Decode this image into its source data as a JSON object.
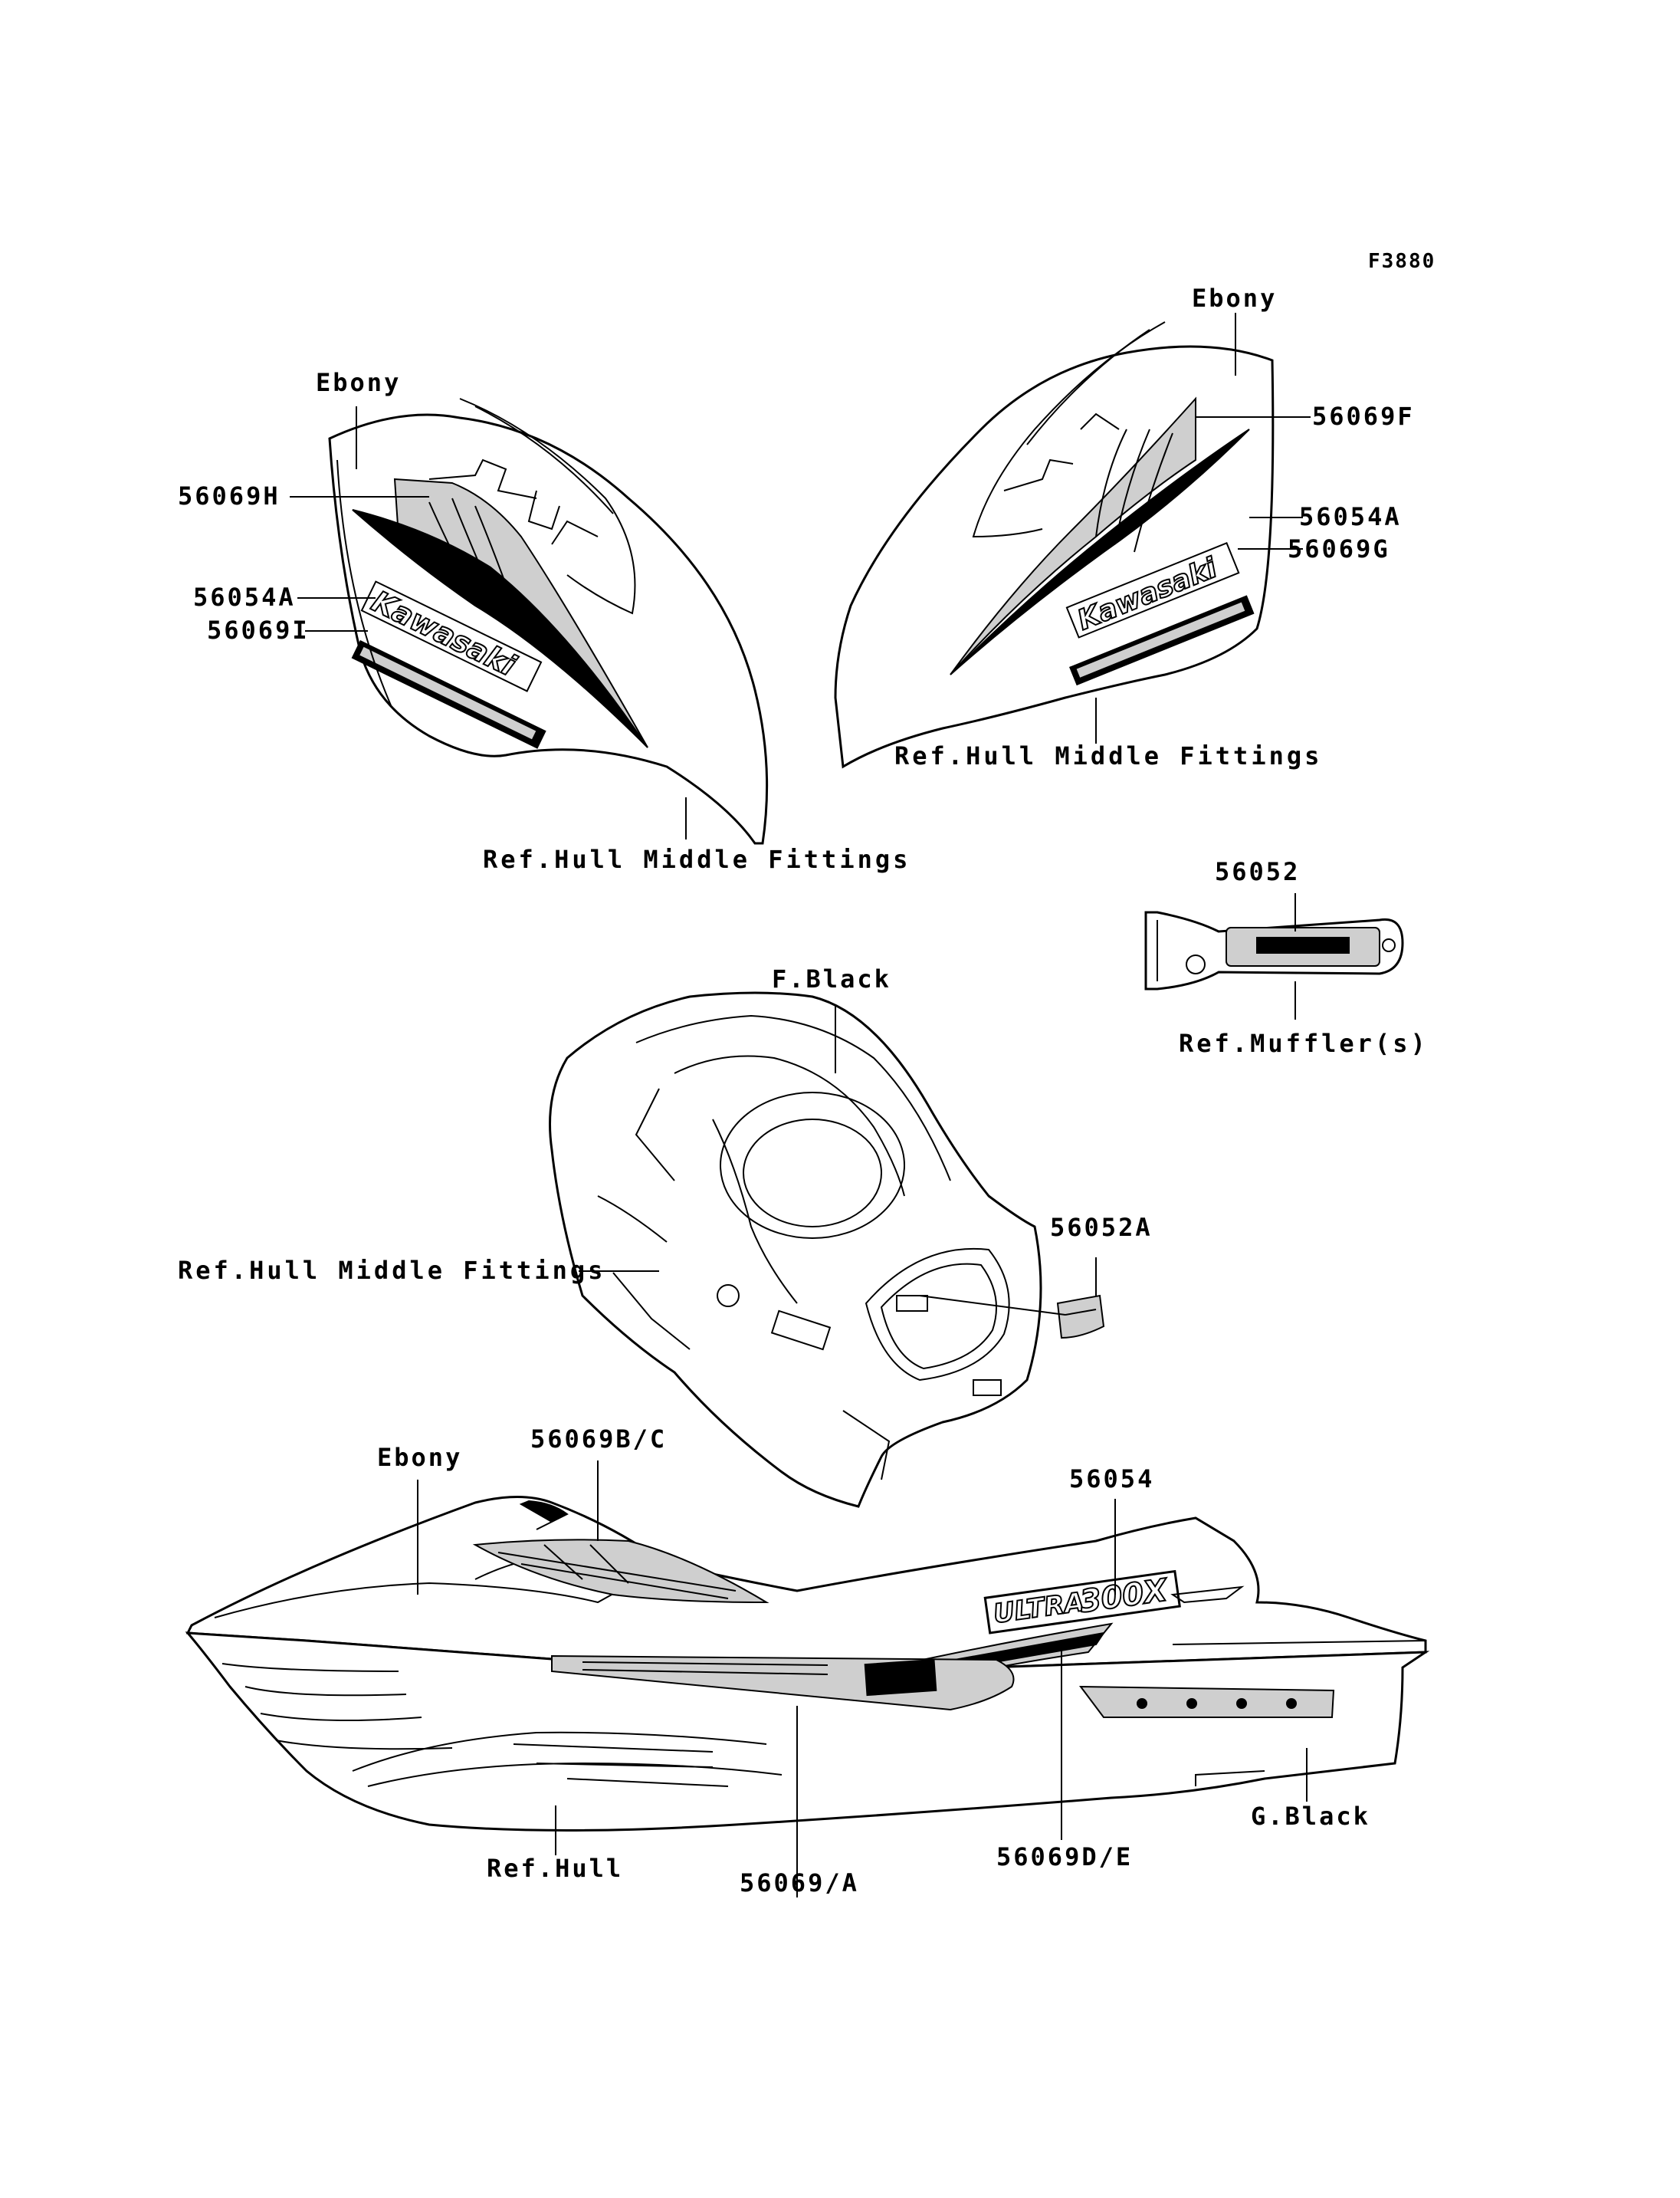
{
  "figure_id": "F3880",
  "callouts": {
    "top_left": {
      "ebony": "Ebony",
      "p_56069H": "56069H",
      "p_56054A": "56054A",
      "p_56069I": "56069I",
      "ref_hull_middle": "Ref.Hull Middle Fittings"
    },
    "top_right": {
      "ebony": "Ebony",
      "p_56069F": "56069F",
      "p_56054A": "56054A",
      "p_56069G": "56069G",
      "ref_hull_middle": "Ref.Hull Middle Fittings"
    },
    "muffler": {
      "p_56052": "56052",
      "ref_muffler": "Ref.Muffler(s)"
    },
    "middle": {
      "f_black": "F.Black",
      "ref_hull_middle": "Ref.Hull Middle Fittings",
      "p_56052A": "56052A"
    },
    "bottom": {
      "ebony": "Ebony",
      "p_56069BC": "56069B/C",
      "p_56054": "56054",
      "g_black": "G.Black",
      "ref_hull": "Ref.Hull",
      "p_56069A": "56069/A",
      "p_56069DE": "56069D/E"
    }
  },
  "decal_text": {
    "brand": "Kawasaki",
    "model": "ULTRA",
    "model_number": "300X"
  },
  "colors": {
    "line": "#000000",
    "background": "#ffffff",
    "decal_grey": "#cfcfcf"
  }
}
